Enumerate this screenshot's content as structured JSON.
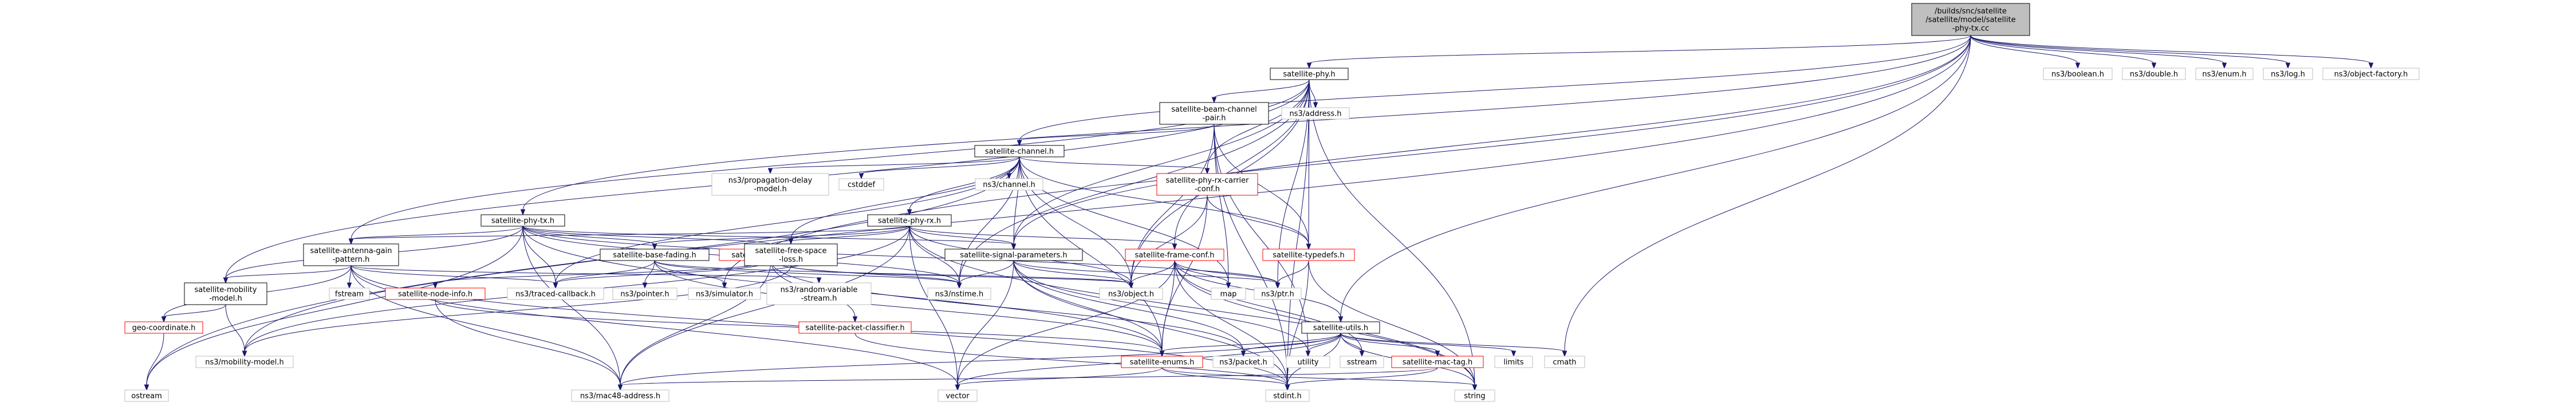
{
  "graph": {
    "nodes": [
      {
        "id": "root",
        "lines": [
          "/builds/snc/satellite",
          "/satellite/model/satellite",
          "-phy-tx.cc"
        ],
        "kind": "root"
      },
      {
        "id": "phy",
        "lines": [
          "satellite-phy.h"
        ],
        "kind": "file"
      },
      {
        "id": "phytx",
        "lines": [
          "satellite-phy-tx.h"
        ],
        "kind": "file"
      },
      {
        "id": "bool",
        "lines": [
          "ns3/boolean.h"
        ],
        "kind": "system"
      },
      {
        "id": "double",
        "lines": [
          "ns3/double.h"
        ],
        "kind": "system"
      },
      {
        "id": "enum",
        "lines": [
          "ns3/enum.h"
        ],
        "kind": "system"
      },
      {
        "id": "log",
        "lines": [
          "ns3/log.h"
        ],
        "kind": "system"
      },
      {
        "id": "objfac",
        "lines": [
          "ns3/object-factory.h"
        ],
        "kind": "system"
      },
      {
        "id": "beam",
        "lines": [
          "satellite-beam-channel",
          "-pair.h"
        ],
        "kind": "file"
      },
      {
        "id": "address",
        "lines": [
          "ns3/address.h"
        ],
        "kind": "system"
      },
      {
        "id": "channel",
        "lines": [
          "satellite-channel.h"
        ],
        "kind": "file"
      },
      {
        "id": "propdelay",
        "lines": [
          "ns3/propagation-delay",
          "-model.h"
        ],
        "kind": "system"
      },
      {
        "id": "cstddef",
        "lines": [
          "cstddef"
        ],
        "kind": "system"
      },
      {
        "id": "phyrx",
        "lines": [
          "satellite-phy-rx.h"
        ],
        "kind": "file"
      },
      {
        "id": "ns3chan",
        "lines": [
          "ns3/channel.h"
        ],
        "kind": "system"
      },
      {
        "id": "rxcarrier",
        "lines": [
          "satellite-phy-rx-carrier",
          "-conf.h"
        ],
        "kind": "partial"
      },
      {
        "id": "antenna",
        "lines": [
          "satellite-antenna-gain",
          "-pattern.h"
        ],
        "kind": "file"
      },
      {
        "id": "basefading",
        "lines": [
          "satellite-base-fading.h"
        ],
        "kind": "file"
      },
      {
        "id": "netdev",
        "lines": [
          "satellite-net-device.h"
        ],
        "kind": "partial"
      },
      {
        "id": "freespace",
        "lines": [
          "satellite-free-space",
          "-loss.h"
        ],
        "kind": "file"
      },
      {
        "id": "sigparams",
        "lines": [
          "satellite-signal-parameters.h"
        ],
        "kind": "file"
      },
      {
        "id": "frameconf",
        "lines": [
          "satellite-frame-conf.h"
        ],
        "kind": "partial"
      },
      {
        "id": "typedefs",
        "lines": [
          "satellite-typedefs.h"
        ],
        "kind": "partial"
      },
      {
        "id": "mobility",
        "lines": [
          "satellite-mobility",
          "-model.h"
        ],
        "kind": "file"
      },
      {
        "id": "fstream",
        "lines": [
          "fstream"
        ],
        "kind": "system"
      },
      {
        "id": "nodeinfo",
        "lines": [
          "satellite-node-info.h"
        ],
        "kind": "partial"
      },
      {
        "id": "traced",
        "lines": [
          "ns3/traced-callback.h"
        ],
        "kind": "system"
      },
      {
        "id": "pinteger",
        "lines": [
          "ns3/pointer.h"
        ],
        "kind": "system"
      },
      {
        "id": "simulator",
        "lines": [
          "ns3/simulator.h"
        ],
        "kind": "system"
      },
      {
        "id": "randvar",
        "lines": [
          "ns3/random-variable",
          "-stream.h"
        ],
        "kind": "system"
      },
      {
        "id": "pktclass",
        "lines": [
          "satellite-packet-classifier.h"
        ],
        "kind": "partial"
      },
      {
        "id": "nstime",
        "lines": [
          "ns3/nstime.h"
        ],
        "kind": "system"
      },
      {
        "id": "object",
        "lines": [
          "ns3/object.h"
        ],
        "kind": "system"
      },
      {
        "id": "ptr",
        "lines": [
          "ns3/ptr.h"
        ],
        "kind": "system"
      },
      {
        "id": "map",
        "lines": [
          "map"
        ],
        "kind": "system"
      },
      {
        "id": "utils",
        "lines": [
          "satellite-utils.h"
        ],
        "kind": "file"
      },
      {
        "id": "geo",
        "lines": [
          "geo-coordinate.h"
        ],
        "kind": "partial"
      },
      {
        "id": "mobmodel",
        "lines": [
          "ns3/mobility-model.h"
        ],
        "kind": "system"
      },
      {
        "id": "enums",
        "lines": [
          "satellite-enums.h"
        ],
        "kind": "partial"
      },
      {
        "id": "packet",
        "lines": [
          "ns3/packet.h"
        ],
        "kind": "system"
      },
      {
        "id": "utility",
        "lines": [
          "utility"
        ],
        "kind": "system"
      },
      {
        "id": "sstream",
        "lines": [
          "sstream"
        ],
        "kind": "system"
      },
      {
        "id": "mactag",
        "lines": [
          "satellite-mac-tag.h"
        ],
        "kind": "partial"
      },
      {
        "id": "limits",
        "lines": [
          "limits"
        ],
        "kind": "system"
      },
      {
        "id": "cmath",
        "lines": [
          "cmath"
        ],
        "kind": "system"
      },
      {
        "id": "ostream",
        "lines": [
          "ostream"
        ],
        "kind": "system"
      },
      {
        "id": "mac48",
        "lines": [
          "ns3/mac48-address.h"
        ],
        "kind": "system"
      },
      {
        "id": "vector",
        "lines": [
          "vector"
        ],
        "kind": "system"
      },
      {
        "id": "stdint",
        "lines": [
          "stdint.h"
        ],
        "kind": "system"
      },
      {
        "id": "string",
        "lines": [
          "string"
        ],
        "kind": "system"
      }
    ],
    "edges": [
      [
        "root",
        "phy"
      ],
      [
        "root",
        "phytx"
      ],
      [
        "root",
        "bool"
      ],
      [
        "root",
        "double"
      ],
      [
        "root",
        "enum"
      ],
      [
        "root",
        "log"
      ],
      [
        "root",
        "objfac"
      ],
      [
        "root",
        "channel"
      ],
      [
        "root",
        "sigparams"
      ],
      [
        "root",
        "utils"
      ],
      [
        "root",
        "cmath"
      ],
      [
        "root",
        "ostream"
      ],
      [
        "root",
        "simulator"
      ],
      [
        "phy",
        "beam"
      ],
      [
        "phy",
        "address"
      ],
      [
        "phy",
        "rxcarrier"
      ],
      [
        "phy",
        "antenna"
      ],
      [
        "phy",
        "frameconf"
      ],
      [
        "phy",
        "typedefs"
      ],
      [
        "phy",
        "nstime"
      ],
      [
        "phy",
        "object"
      ],
      [
        "phy",
        "ptr"
      ],
      [
        "phy",
        "string"
      ],
      [
        "phy",
        "stdint"
      ],
      [
        "phy",
        "mobility"
      ],
      [
        "phy",
        "sigparams"
      ],
      [
        "beam",
        "channel"
      ],
      [
        "beam",
        "typedefs"
      ],
      [
        "beam",
        "map"
      ],
      [
        "beam",
        "object"
      ],
      [
        "beam",
        "utility"
      ],
      [
        "beam",
        "stdint"
      ],
      [
        "channel",
        "propdelay"
      ],
      [
        "channel",
        "cstddef"
      ],
      [
        "channel",
        "phyrx"
      ],
      [
        "channel",
        "ns3chan"
      ],
      [
        "channel",
        "rxcarrier"
      ],
      [
        "channel",
        "freespace"
      ],
      [
        "channel",
        "sigparams"
      ],
      [
        "channel",
        "typedefs"
      ],
      [
        "channel",
        "enums"
      ],
      [
        "channel",
        "mobmodel"
      ],
      [
        "channel",
        "nstime"
      ],
      [
        "channel",
        "object"
      ],
      [
        "channel",
        "map"
      ],
      [
        "channel",
        "traced"
      ],
      [
        "phytx",
        "antenna"
      ],
      [
        "phytx",
        "basefading"
      ],
      [
        "phytx",
        "netdev"
      ],
      [
        "phytx",
        "sigparams"
      ],
      [
        "phytx",
        "mobility"
      ],
      [
        "phytx",
        "traced"
      ],
      [
        "phytx",
        "enums"
      ],
      [
        "phytx",
        "mac48"
      ],
      [
        "phytx",
        "nstime"
      ],
      [
        "phytx",
        "ptr"
      ],
      [
        "phytx",
        "ostream"
      ],
      [
        "phyrx",
        "antenna"
      ],
      [
        "phyrx",
        "basefading"
      ],
      [
        "phyrx",
        "frameconf"
      ],
      [
        "phyrx",
        "netdev"
      ],
      [
        "phyrx",
        "sigparams"
      ],
      [
        "phyrx",
        "nstime"
      ],
      [
        "phyrx",
        "object"
      ],
      [
        "phyrx",
        "mac48"
      ],
      [
        "phyrx",
        "mobmodel"
      ],
      [
        "phyrx",
        "vector"
      ],
      [
        "phyrx",
        "string"
      ],
      [
        "rxcarrier",
        "typedefs"
      ],
      [
        "rxcarrier",
        "object"
      ],
      [
        "rxcarrier",
        "enums"
      ],
      [
        "antenna",
        "mobility"
      ],
      [
        "antenna",
        "fstream"
      ],
      [
        "antenna",
        "traced"
      ],
      [
        "antenna",
        "randvar"
      ],
      [
        "antenna",
        "vector"
      ],
      [
        "antenna",
        "stdint"
      ],
      [
        "antenna",
        "geo"
      ],
      [
        "antenna",
        "mac48"
      ],
      [
        "basefading",
        "enums"
      ],
      [
        "basefading",
        "nstime"
      ],
      [
        "basefading",
        "simulator"
      ],
      [
        "basefading",
        "pinteger"
      ],
      [
        "basefading",
        "object"
      ],
      [
        "basefading",
        "traced"
      ],
      [
        "netdev",
        "nodeinfo"
      ],
      [
        "netdev",
        "pktclass"
      ],
      [
        "netdev",
        "traced"
      ],
      [
        "netdev",
        "mac48"
      ],
      [
        "netdev",
        "packet"
      ],
      [
        "netdev",
        "nstime"
      ],
      [
        "freespace",
        "object"
      ],
      [
        "freespace",
        "mobmodel"
      ],
      [
        "sigparams",
        "object"
      ],
      [
        "sigparams",
        "ptr"
      ],
      [
        "sigparams",
        "packet"
      ],
      [
        "sigparams",
        "nstime"
      ],
      [
        "sigparams",
        "enums"
      ],
      [
        "sigparams",
        "utility"
      ],
      [
        "sigparams",
        "vector"
      ],
      [
        "sigparams",
        "stdint"
      ],
      [
        "frameconf",
        "ptr"
      ],
      [
        "frameconf",
        "map"
      ],
      [
        "frameconf",
        "utils"
      ],
      [
        "frameconf",
        "enums"
      ],
      [
        "frameconf",
        "object"
      ],
      [
        "frameconf",
        "vector"
      ],
      [
        "frameconf",
        "stdint"
      ],
      [
        "frameconf",
        "string"
      ],
      [
        "frameconf",
        "sstream"
      ],
      [
        "typedefs",
        "ptr"
      ],
      [
        "typedefs",
        "stdint"
      ],
      [
        "typedefs",
        "string"
      ],
      [
        "mobility",
        "geo"
      ],
      [
        "mobility",
        "mobmodel"
      ],
      [
        "nodeinfo",
        "mac48"
      ],
      [
        "nodeinfo",
        "enums"
      ],
      [
        "pktclass",
        "stdint"
      ],
      [
        "utils",
        "mactag"
      ],
      [
        "utils",
        "limits"
      ],
      [
        "utils",
        "cmath"
      ],
      [
        "utils",
        "sstream"
      ],
      [
        "utils",
        "utility"
      ],
      [
        "utils",
        "enums"
      ],
      [
        "utils",
        "packet"
      ],
      [
        "utils",
        "mac48"
      ],
      [
        "utils",
        "vector"
      ],
      [
        "utils",
        "stdint"
      ],
      [
        "utils",
        "string"
      ],
      [
        "geo",
        "ostream"
      ],
      [
        "enums",
        "vector"
      ],
      [
        "enums",
        "stdint"
      ],
      [
        "enums",
        "string"
      ],
      [
        "mactag",
        "mac48"
      ],
      [
        "mactag",
        "stdint"
      ]
    ]
  }
}
